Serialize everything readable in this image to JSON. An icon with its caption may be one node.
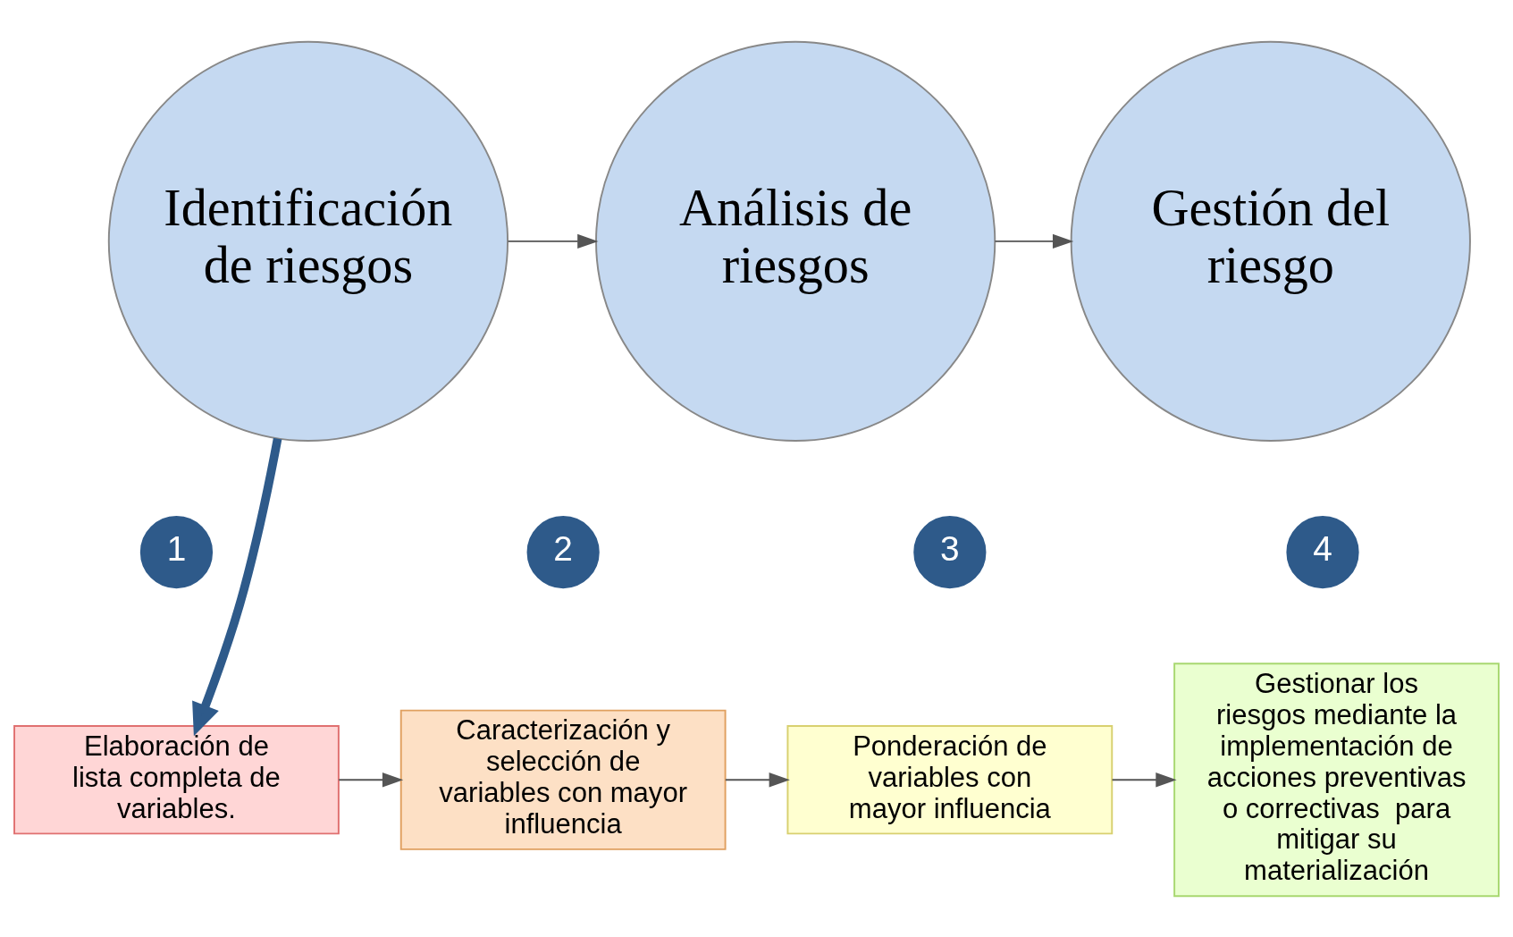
{
  "diagram": {
    "nodes": [
      {
        "text": [
          "Identificación de riesgos"
        ]
      },
      {
        "text": [
          "Análisis de riesgos"
        ]
      },
      {
        "text": [
          "Gestión del riesgo"
        ]
      },
      {
        "text": [
          "1"
        ]
      },
      {
        "text": [
          "Elaboración de lista completa de variables."
        ]
      },
      {
        "text": [
          "2"
        ]
      },
      {
        "text": [
          "Caracterización y selección de variables con mayor influencia"
        ]
      },
      {
        "text": [
          "3"
        ]
      },
      {
        "text": [
          "Ponderación de variables con mayor influencia"
        ]
      },
      {
        "text": [
          "4"
        ]
      },
      {
        "text": [
          "Gestionar los riesgos mediante la implementación de acciones preventivas o correctivas  para mitigar su materialización"
        ]
      }
    ],
    "edges": [
      {
        "from": 0,
        "to": 1,
        "arrow": "to"
      },
      {
        "from": 1,
        "to": 2,
        "arrow": "to"
      },
      {
        "from": 0,
        "to": 4,
        "arrow": "to",
        "style": "thick",
        "color": "#2e5a8a"
      },
      {
        "from": 4,
        "to": 6,
        "arrow": "to"
      },
      {
        "from": 6,
        "to": 8,
        "arrow": "to"
      },
      {
        "from": 8,
        "to": 10,
        "arrow": "to"
      }
    ]
  }
}
